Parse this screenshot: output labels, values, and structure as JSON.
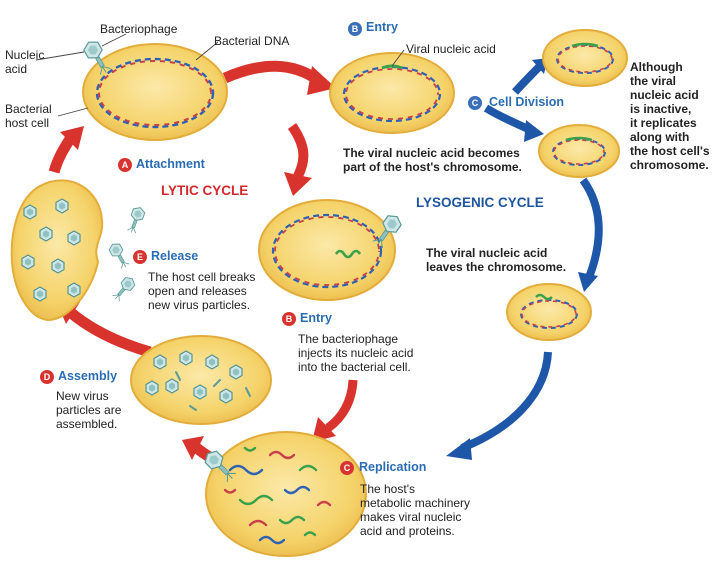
{
  "labels": {
    "bacteriophage": "Bacteriophage",
    "bacterial_dna": "Bacterial DNA",
    "nucleic_acid": "Nucleic\nacid",
    "bacterial_host_cell": "Bacterial\nhost cell",
    "viral_nucleic_acid": "Viral nucleic acid"
  },
  "cycles": {
    "lytic": "LYTIC CYCLE",
    "lysogenic": "LYSOGENIC CYCLE"
  },
  "steps": {
    "attachment": {
      "letter": "A",
      "title": "Attachment"
    },
    "entry_lysogenic": {
      "letter": "B",
      "title": "Entry"
    },
    "entry_lytic": {
      "letter": "B",
      "title": "Entry",
      "desc": "The bacteriophage\ninjects its nucleic acid\ninto the bacterial cell."
    },
    "cell_division": {
      "letter": "C",
      "title": "Cell Division"
    },
    "replication": {
      "letter": "C",
      "title": "Replication",
      "desc": "The host's\nmetabolic machinery\nmakes viral nucleic\nacid and proteins."
    },
    "assembly": {
      "letter": "D",
      "title": "Assembly",
      "desc": "New virus\nparticles are\nassembled."
    },
    "release": {
      "letter": "E",
      "title": "Release",
      "desc": "The host cell breaks\nopen and releases\nnew virus particles."
    }
  },
  "notes": {
    "becomes_chromosome": "The viral nucleic acid becomes\npart of the host's chromosome.",
    "inactive_replicates": "Although\nthe viral\nnucleic acid\nis inactive,\nit replicates\nalong with\nthe host cell's\nchromosome.",
    "leaves_chromosome": "The viral nucleic acid\nleaves the chromosome."
  },
  "colors": {
    "cell_fill": "#f4d36b",
    "cell_stroke": "#e3ad3b",
    "dna_blue": "#2f62b4",
    "dna_red": "#c8404a",
    "viral_green": "#3aa04a",
    "lytic_arrow": "#d9332e",
    "lysogenic_arrow": "#1f57a8",
    "phage": "#7fb9b9"
  }
}
